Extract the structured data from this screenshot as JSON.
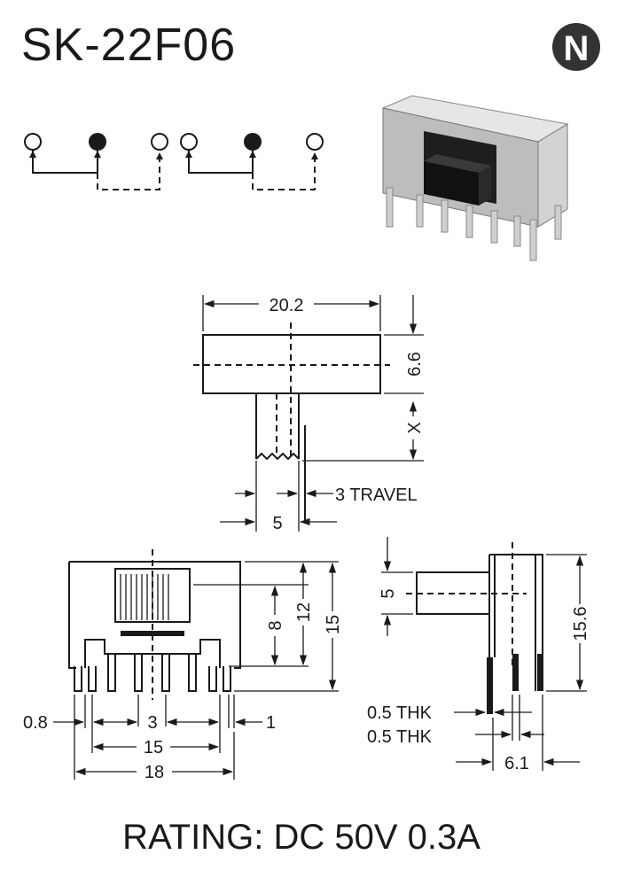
{
  "title": "SK-22F06",
  "logo_letter": "N",
  "dimensions": {
    "width_top": "20.2",
    "height_top": "6.6",
    "actuator_x": "X",
    "travel": "3 TRAVEL",
    "actuator_width": "5",
    "height_8": "8",
    "height_12": "12",
    "height_15": "15",
    "pin_width": "0.8",
    "pin_pitch": "3",
    "pin_right": "1",
    "row_span": "15",
    "overall_width": "18",
    "side_actuator": "5",
    "side_height": "15.6",
    "thk_1": "0.5 THK",
    "thk_2": "0.5 THK",
    "side_depth": "6.1"
  },
  "rating": "RATING: DC 50V 0.3A",
  "icons": {
    "logo": "n-logo-icon",
    "schematic": "dpdt-switch-schematic",
    "product": "slide-switch-photo"
  }
}
